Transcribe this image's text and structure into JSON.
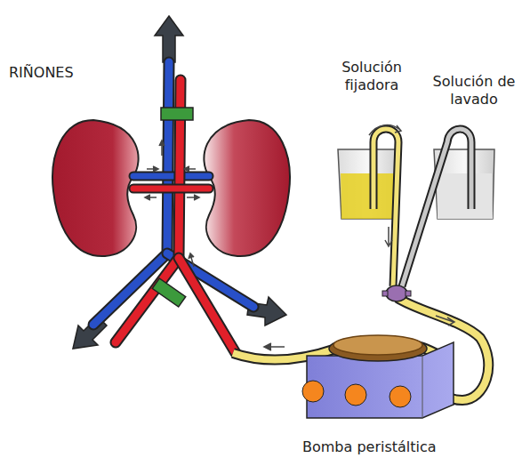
{
  "diagram": {
    "labels": [
      "RIÑONES",
      "Solución fijadora",
      "Solución de lavado",
      "Bomba peristáltica"
    ]
  }
}
